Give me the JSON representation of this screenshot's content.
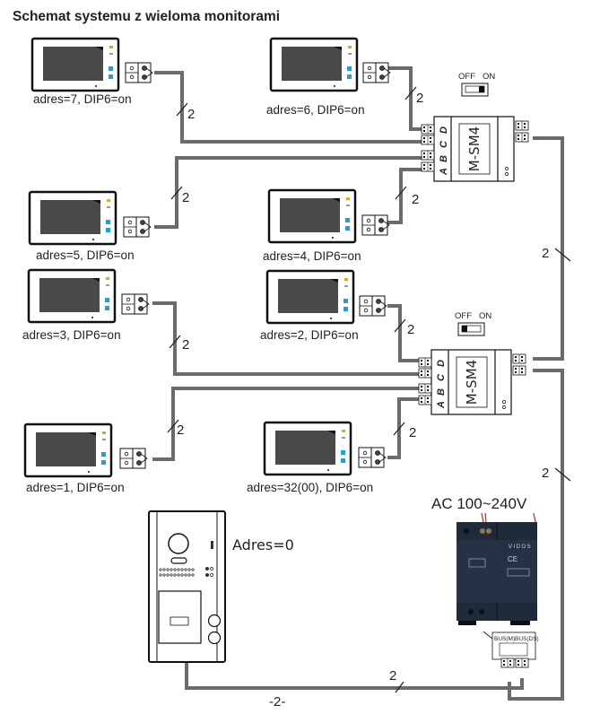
{
  "title": "Schemat systemu z wieloma monitorami",
  "monitors": [
    {
      "id": "m7",
      "label": "adres=7, DIP6=on"
    },
    {
      "id": "m6",
      "label": "adres=6, DIP6=on"
    },
    {
      "id": "m5",
      "label": "adres=5, DIP6=on"
    },
    {
      "id": "m4",
      "label": "adres=4, DIP6=on"
    },
    {
      "id": "m3",
      "label": "adres=3, DIP6=on"
    },
    {
      "id": "m2",
      "label": "adres=2, DIP6=on"
    },
    {
      "id": "m1",
      "label": "adres=1, DIP6=on"
    },
    {
      "id": "m32",
      "label": "adres=32(00), DIP6=on"
    }
  ],
  "distributors": [
    {
      "name": "M-SM4",
      "switch_off": "OFF",
      "switch_on": "ON",
      "switch_state": "ON",
      "ports": [
        "A",
        "B",
        "C",
        "D"
      ]
    },
    {
      "name": "M-SM4",
      "switch_off": "OFF",
      "switch_on": "ON",
      "switch_state": "OFF",
      "ports": [
        "A",
        "B",
        "C",
        "D"
      ]
    }
  ],
  "door_station": {
    "label": "Adres=0"
  },
  "power_supply": {
    "label": "AC 100~240V",
    "brand": "VIDOS",
    "terminal_left": "BUS(M)",
    "terminal_right": "BUS(DS)"
  },
  "wire_count": "2",
  "bottom_label": "-2-",
  "colors": {
    "wire": "#6b6b6b",
    "screen": "#4a4a4a",
    "psu": "#1f2a3a",
    "led_orange": "#e8a317",
    "button_blue": "#1ea0d8"
  }
}
